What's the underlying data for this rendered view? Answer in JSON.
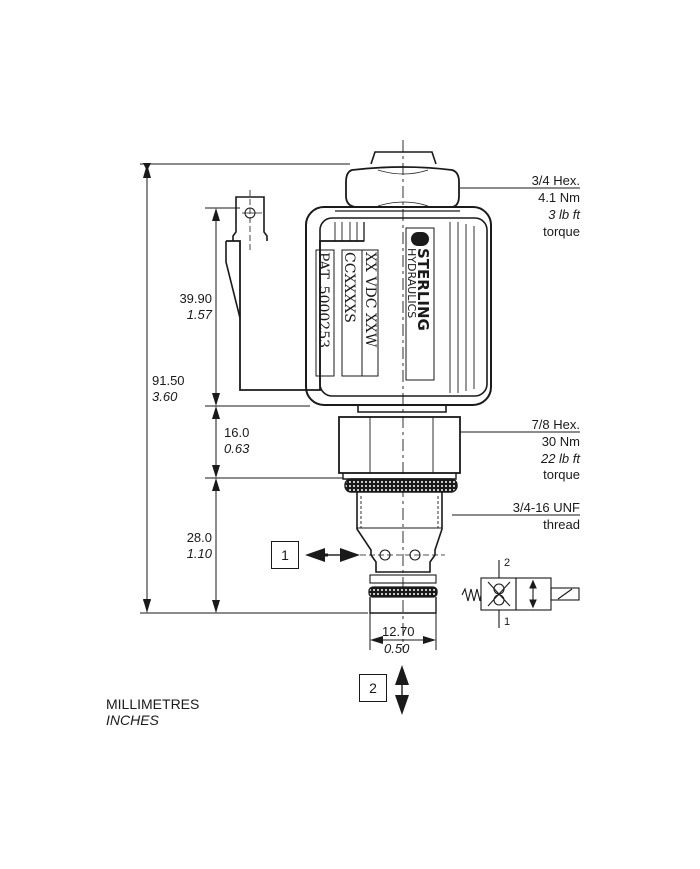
{
  "units": {
    "primary": "MILLIMETRES",
    "secondary": "INCHES"
  },
  "callouts": {
    "top_hex": {
      "size": "3/4 Hex.",
      "torque_nm": "4.1 Nm",
      "torque_lbft": "3 lb ft",
      "note": "torque"
    },
    "body_hex": {
      "size": "7/8 Hex.",
      "torque_nm": "30 Nm",
      "torque_lbft": "22 lb ft",
      "note": "torque"
    },
    "thread": {
      "spec": "3/4-16 UNF",
      "note": "thread"
    }
  },
  "dimensions": {
    "overall_height": {
      "mm": "91.50",
      "in": "3.60"
    },
    "coil_height": {
      "mm": "39.90",
      "in": "1.57"
    },
    "hex_height": {
      "mm": "16.0",
      "in": "0.63"
    },
    "cartridge_length": {
      "mm": "28.0",
      "in": "1.10"
    },
    "nose_diameter": {
      "mm": "12.70",
      "in": "0.50"
    }
  },
  "coil_label": {
    "voltage": "XX  VDC     XXW",
    "part": "CCXXXXS",
    "patent": "PAT.  5000253",
    "brand_line1": "STERLING",
    "brand_line2": "HYDRAULICS"
  },
  "ports": [
    {
      "id": "1",
      "label": "1"
    },
    {
      "id": "2",
      "label": "2"
    }
  ],
  "schematic": {
    "port_top": "2",
    "port_bottom": "1"
  },
  "colors": {
    "ink": "#1a1a1a",
    "background": "#ffffff"
  }
}
